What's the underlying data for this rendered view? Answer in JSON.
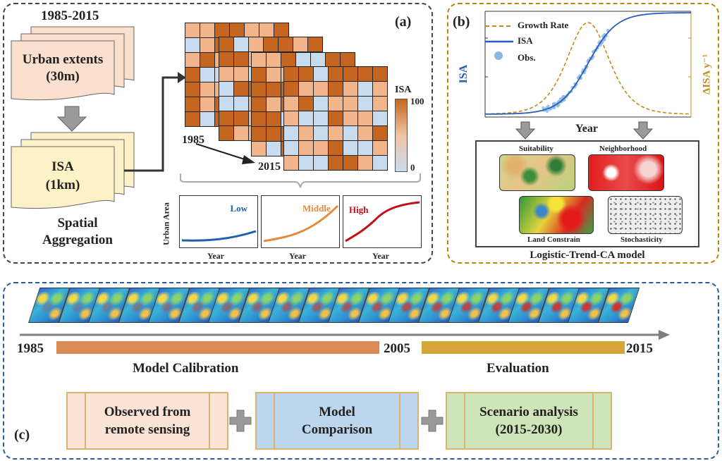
{
  "panel_a": {
    "label": "(a)",
    "years_range": "1985-2015",
    "doc1": [
      "Urban extents",
      "(30m)"
    ],
    "doc2": [
      "ISA",
      "(1km)"
    ],
    "aggregation": [
      "Spatial",
      "Aggregation"
    ],
    "year_start": "1985",
    "year_end": "2015",
    "colorbar": {
      "title": "ISA",
      "max": "100",
      "min": "0",
      "colors": [
        "#c8dcef",
        "#f2c3a3",
        "#c4661f"
      ]
    },
    "mini_charts": {
      "ylabel": "Urban Area",
      "xlabel": "Year",
      "charts": [
        {
          "label": "Low",
          "color": "#1f5fae"
        },
        {
          "label": "Middle",
          "color": "#e58a3c"
        },
        {
          "label": "High",
          "color": "#c0101a"
        }
      ]
    }
  },
  "panel_b": {
    "label": "(b)",
    "ylabel_left": "ISA",
    "ylabel_right": "ΔISA y⁻¹",
    "xlabel": "Year",
    "legend": {
      "growth": "Growth Rate",
      "isa": "ISA",
      "obs": "Obs."
    },
    "colors": {
      "growth": "#c48a1e",
      "isa": "#2a5db8",
      "obs": "#8ab8e2"
    },
    "model": {
      "title": "Logistic-Trend-CA model",
      "items": {
        "suitability": "Suitability",
        "neighborhood": "Neighborhood",
        "land": "Land Constrain",
        "stochasticity": "Stochasticity"
      }
    }
  },
  "panel_c": {
    "label": "(c)",
    "years": {
      "start": "1985",
      "mid": "2005",
      "end": "2015"
    },
    "phases": {
      "calibration": "Model Calibration",
      "evaluation": "Evaluation"
    },
    "colors": {
      "calibration": "#d98a55",
      "evaluation": "#d4a63c"
    },
    "boxes": {
      "observed": "Observed from\nremote sensing",
      "comparison": "Model\nComparison",
      "scenario": "Scenario analysis\n(2015-2030)"
    },
    "plus": "+"
  }
}
